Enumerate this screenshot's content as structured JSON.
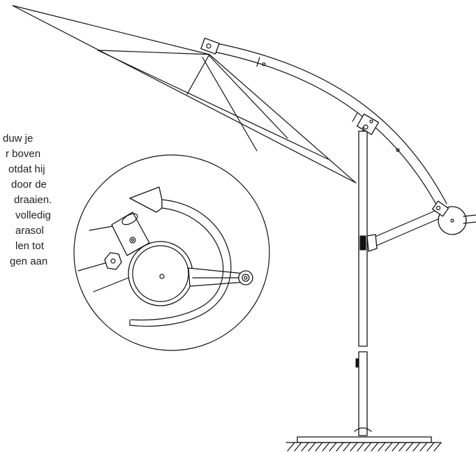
{
  "instructions": {
    "lines": [
      "duw je",
      "r boven",
      "otdat hij",
      "door de",
      "draaien.",
      "volledig",
      "arasol",
      "len tot",
      "gen aan"
    ]
  },
  "colors": {
    "ink": "#111111",
    "background": "#ffffff"
  },
  "icons": {
    "rotation_arrow": "counterclockwise-arrow-icon",
    "crank": "crank-handle-icon"
  }
}
